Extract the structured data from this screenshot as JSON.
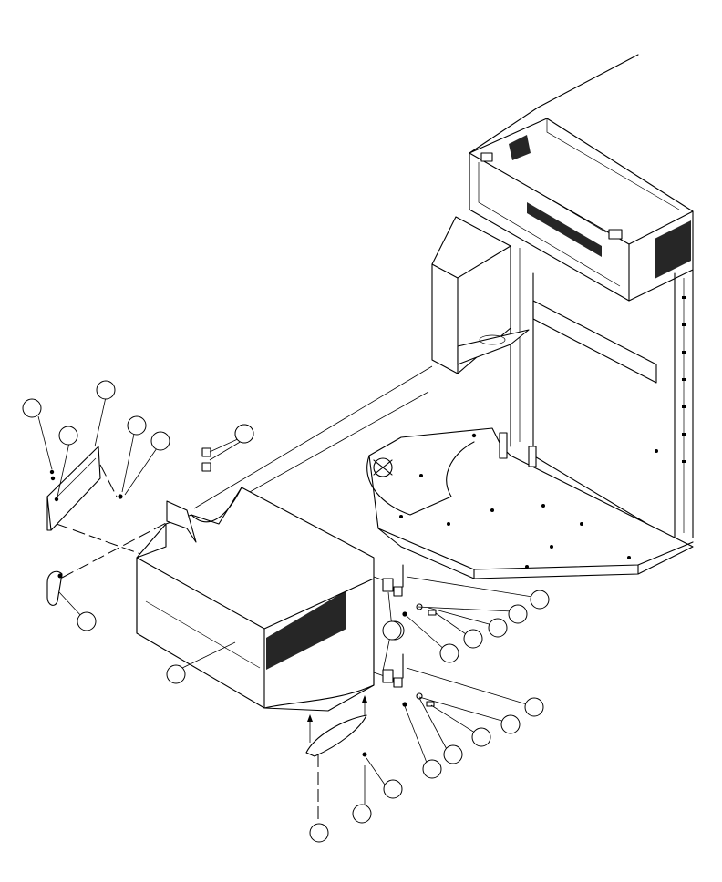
{
  "diagram": {
    "kind": "exploded-parts-view",
    "callouts": [
      {
        "id": "b1",
        "label": ""
      },
      {
        "id": "b2",
        "label": ""
      },
      {
        "id": "b3",
        "label": ""
      },
      {
        "id": "b4",
        "label": ""
      },
      {
        "id": "b5",
        "label": ""
      },
      {
        "id": "b6",
        "label": ""
      },
      {
        "id": "b7",
        "label": ""
      },
      {
        "id": "b8",
        "label": ""
      },
      {
        "id": "b9",
        "label": ""
      },
      {
        "id": "b10",
        "label": ""
      },
      {
        "id": "b11",
        "label": ""
      },
      {
        "id": "b12",
        "label": ""
      },
      {
        "id": "b13",
        "label": ""
      },
      {
        "id": "b14",
        "label": ""
      },
      {
        "id": "b15",
        "label": ""
      },
      {
        "id": "b16",
        "label": ""
      },
      {
        "id": "b17",
        "label": ""
      },
      {
        "id": "b18",
        "label": ""
      },
      {
        "id": "b19",
        "label": ""
      },
      {
        "id": "b20",
        "label": ""
      },
      {
        "id": "b21",
        "label": ""
      },
      {
        "id": "b22",
        "label": ""
      },
      {
        "id": "b23",
        "label": ""
      },
      {
        "id": "b24",
        "label": ""
      }
    ]
  }
}
